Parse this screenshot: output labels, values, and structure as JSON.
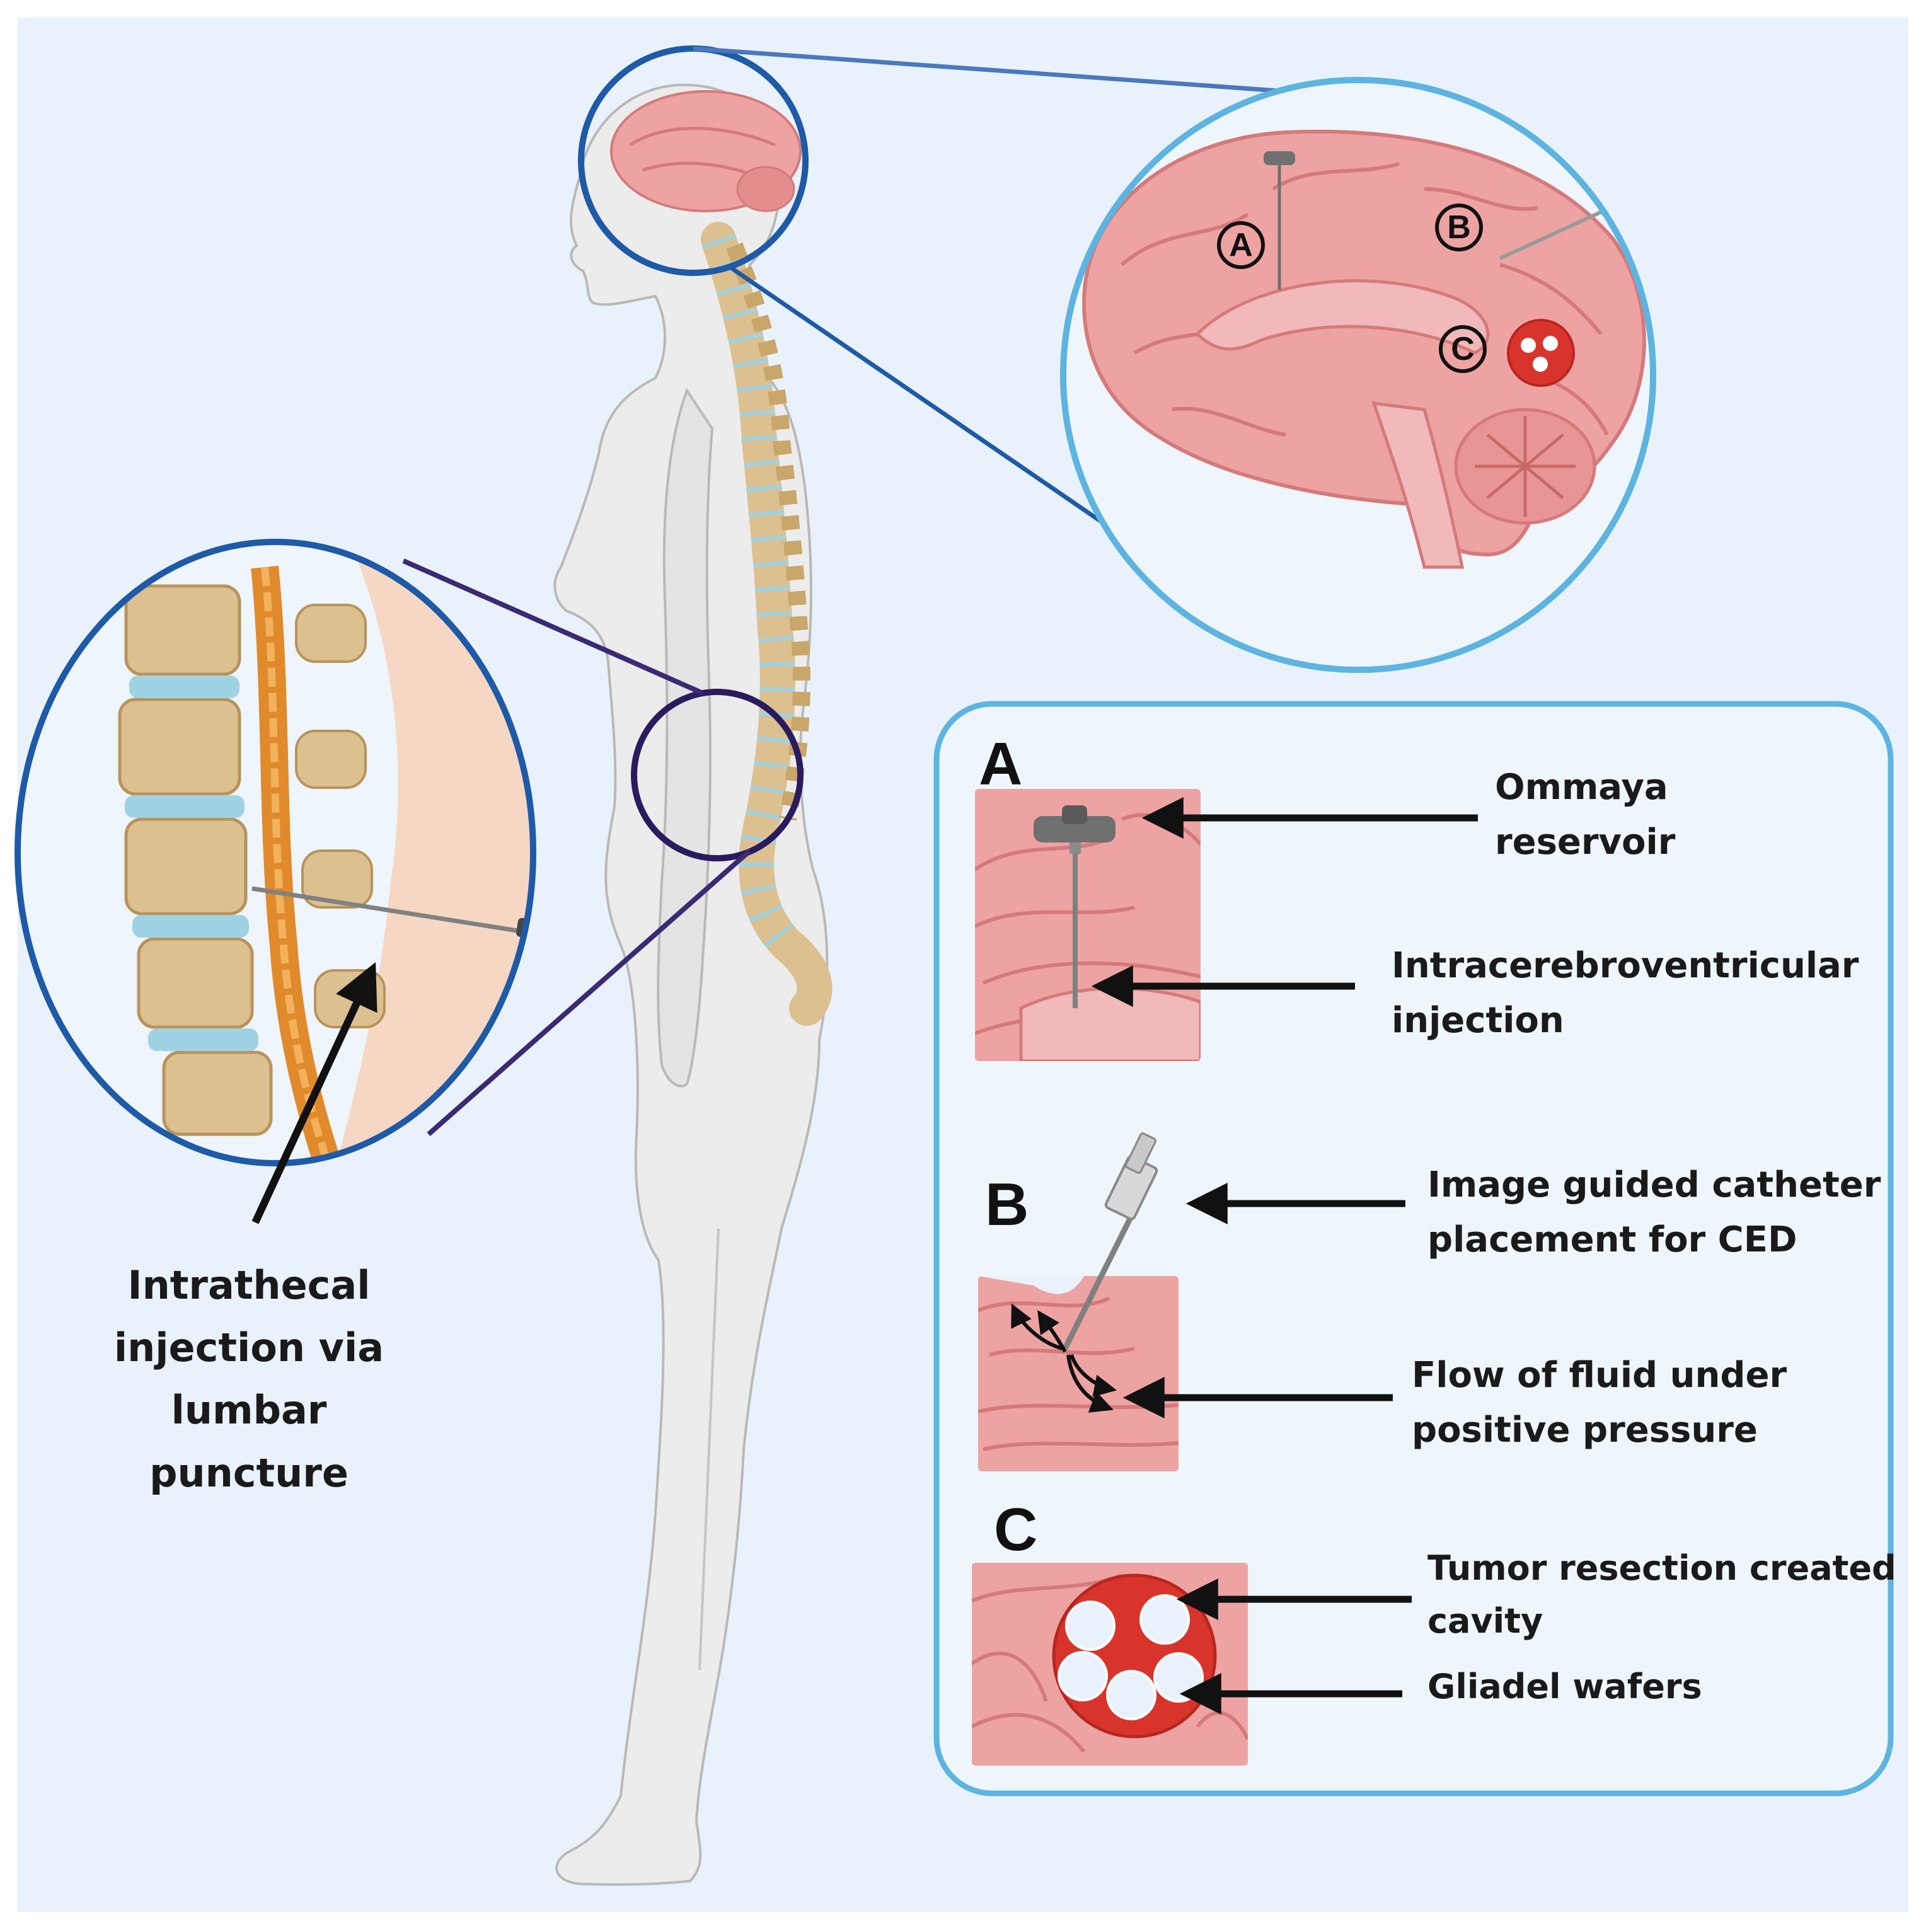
{
  "colors": {
    "background": "#e9f2fb",
    "body": "#ececec",
    "body_outline": "#b9b9b9",
    "brain": "#eea3a3",
    "brain_dark": "#d57a7a",
    "bone": "#dcc090",
    "disc": "#9fd3e3",
    "dark_blue_ring": "#1e5aa8",
    "light_blue_ring": "#5db4e0",
    "purple_ring": "#2a1b5e",
    "wafer_red": "#d9342b"
  },
  "brain_callouts": [
    "A",
    "B",
    "C"
  ],
  "left_label": {
    "lines": [
      "Intrathecal",
      "injection via",
      "lumbar",
      "puncture"
    ]
  },
  "panel": {
    "A": {
      "letter": "A",
      "label1": [
        "Ommaya",
        "reservoir"
      ],
      "label2": [
        "Intracerebroventricular",
        "injection"
      ]
    },
    "B": {
      "letter": "B",
      "label1": [
        "Image guided catheter",
        "placement for CED"
      ],
      "label2": [
        "Flow of fluid under",
        "positive pressure"
      ]
    },
    "C": {
      "letter": "C",
      "label1": [
        "Tumor resection created",
        "cavity"
      ],
      "label2": [
        "Gliadel wafers"
      ]
    }
  }
}
